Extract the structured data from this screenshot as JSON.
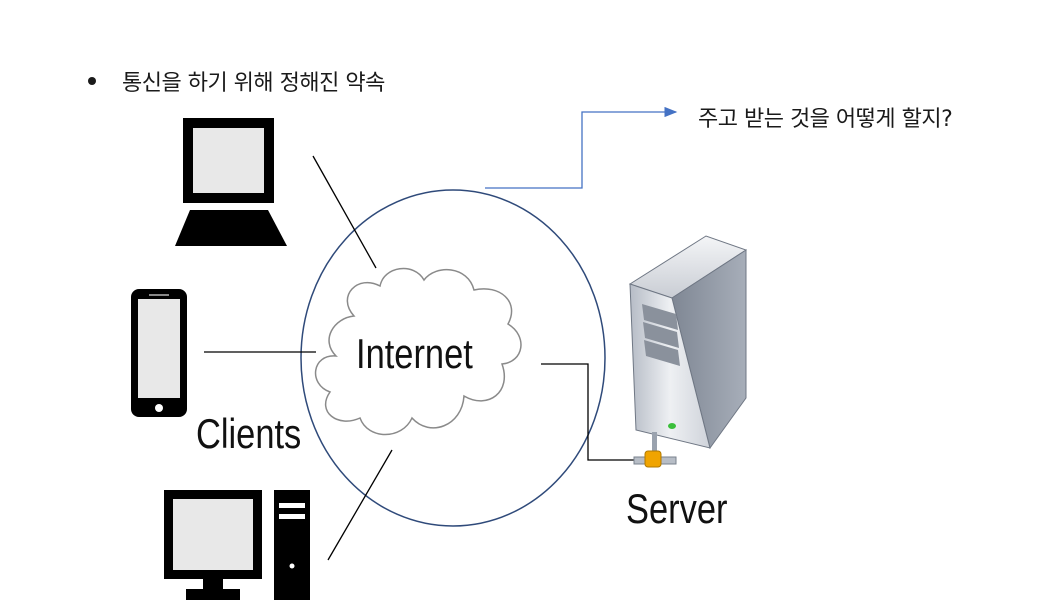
{
  "heading": {
    "bullet_text": "통신을 하기 위해 정해진 약속"
  },
  "callout": {
    "text": "주고 받는 것을 어떻게 할지?"
  },
  "labels": {
    "internet": "Internet",
    "clients": "Clients",
    "server": "Server"
  },
  "icons": {
    "laptop": "laptop-icon",
    "phone": "smartphone-icon",
    "desktop": "desktop-computer-icon",
    "server": "server-tower-icon",
    "cloud": "cloud-icon"
  },
  "colors": {
    "ellipse_stroke": "#2f4a7a",
    "arrow": "#4472c4",
    "cloud_stroke": "#8a8a8a",
    "device_fill": "#000000",
    "server_light": "#d9dce3",
    "server_dark": "#8e96a3",
    "connector": "#f0a400"
  }
}
